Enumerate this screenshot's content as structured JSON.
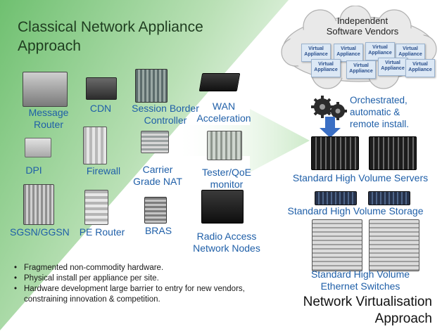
{
  "left_title": [
    "Classical Network Appliance",
    "Approach"
  ],
  "devices": [
    {
      "name": "message-router",
      "label": [
        "Message",
        "Router"
      ]
    },
    {
      "name": "cdn",
      "label": [
        "CDN"
      ]
    },
    {
      "name": "session-border-controller",
      "label": [
        "Session Border",
        "Controller"
      ]
    },
    {
      "name": "wan-acceleration",
      "label": [
        "WAN",
        "Acceleration"
      ]
    },
    {
      "name": "dpi",
      "label": [
        "DPI"
      ]
    },
    {
      "name": "firewall",
      "label": [
        "Firewall"
      ]
    },
    {
      "name": "carrier-grade-nat",
      "label": [
        "Carrier",
        "Grade NAT"
      ]
    },
    {
      "name": "tester-qoe-monitor",
      "label": [
        "Tester/QoE",
        "monitor"
      ]
    },
    {
      "name": "sgsn-ggsn",
      "label": [
        "SGSN/GGSN"
      ]
    },
    {
      "name": "pe-router",
      "label": [
        "PE Router"
      ]
    },
    {
      "name": "bras",
      "label": [
        "BRAS"
      ]
    },
    {
      "name": "radio-access-network-nodes",
      "label": [
        "Radio Access",
        "Network Nodes"
      ]
    }
  ],
  "bullets": [
    "Fragmented non-commodity hardware.",
    "Physical install per appliance per site.",
    "Hardware development large barrier to entry for new vendors, constraining innovation & competition."
  ],
  "isv": {
    "title": [
      "Independent",
      "Software Vendors"
    ],
    "appliance_label": [
      "Virtual",
      "Appliance"
    ],
    "count": 8
  },
  "orchestration": [
    "Orchestrated,",
    "automatic &",
    "remote install."
  ],
  "servers_label": "Standard High Volume Servers",
  "storage_label": "Standard High Volume Storage",
  "switches_label": [
    "Standard High Volume",
    "Ethernet Switches"
  ],
  "right_title": [
    "Network Virtualisation",
    "Approach"
  ],
  "colors": {
    "label_blue": "#1f5fa8",
    "green_panel": "#7cc67e"
  }
}
